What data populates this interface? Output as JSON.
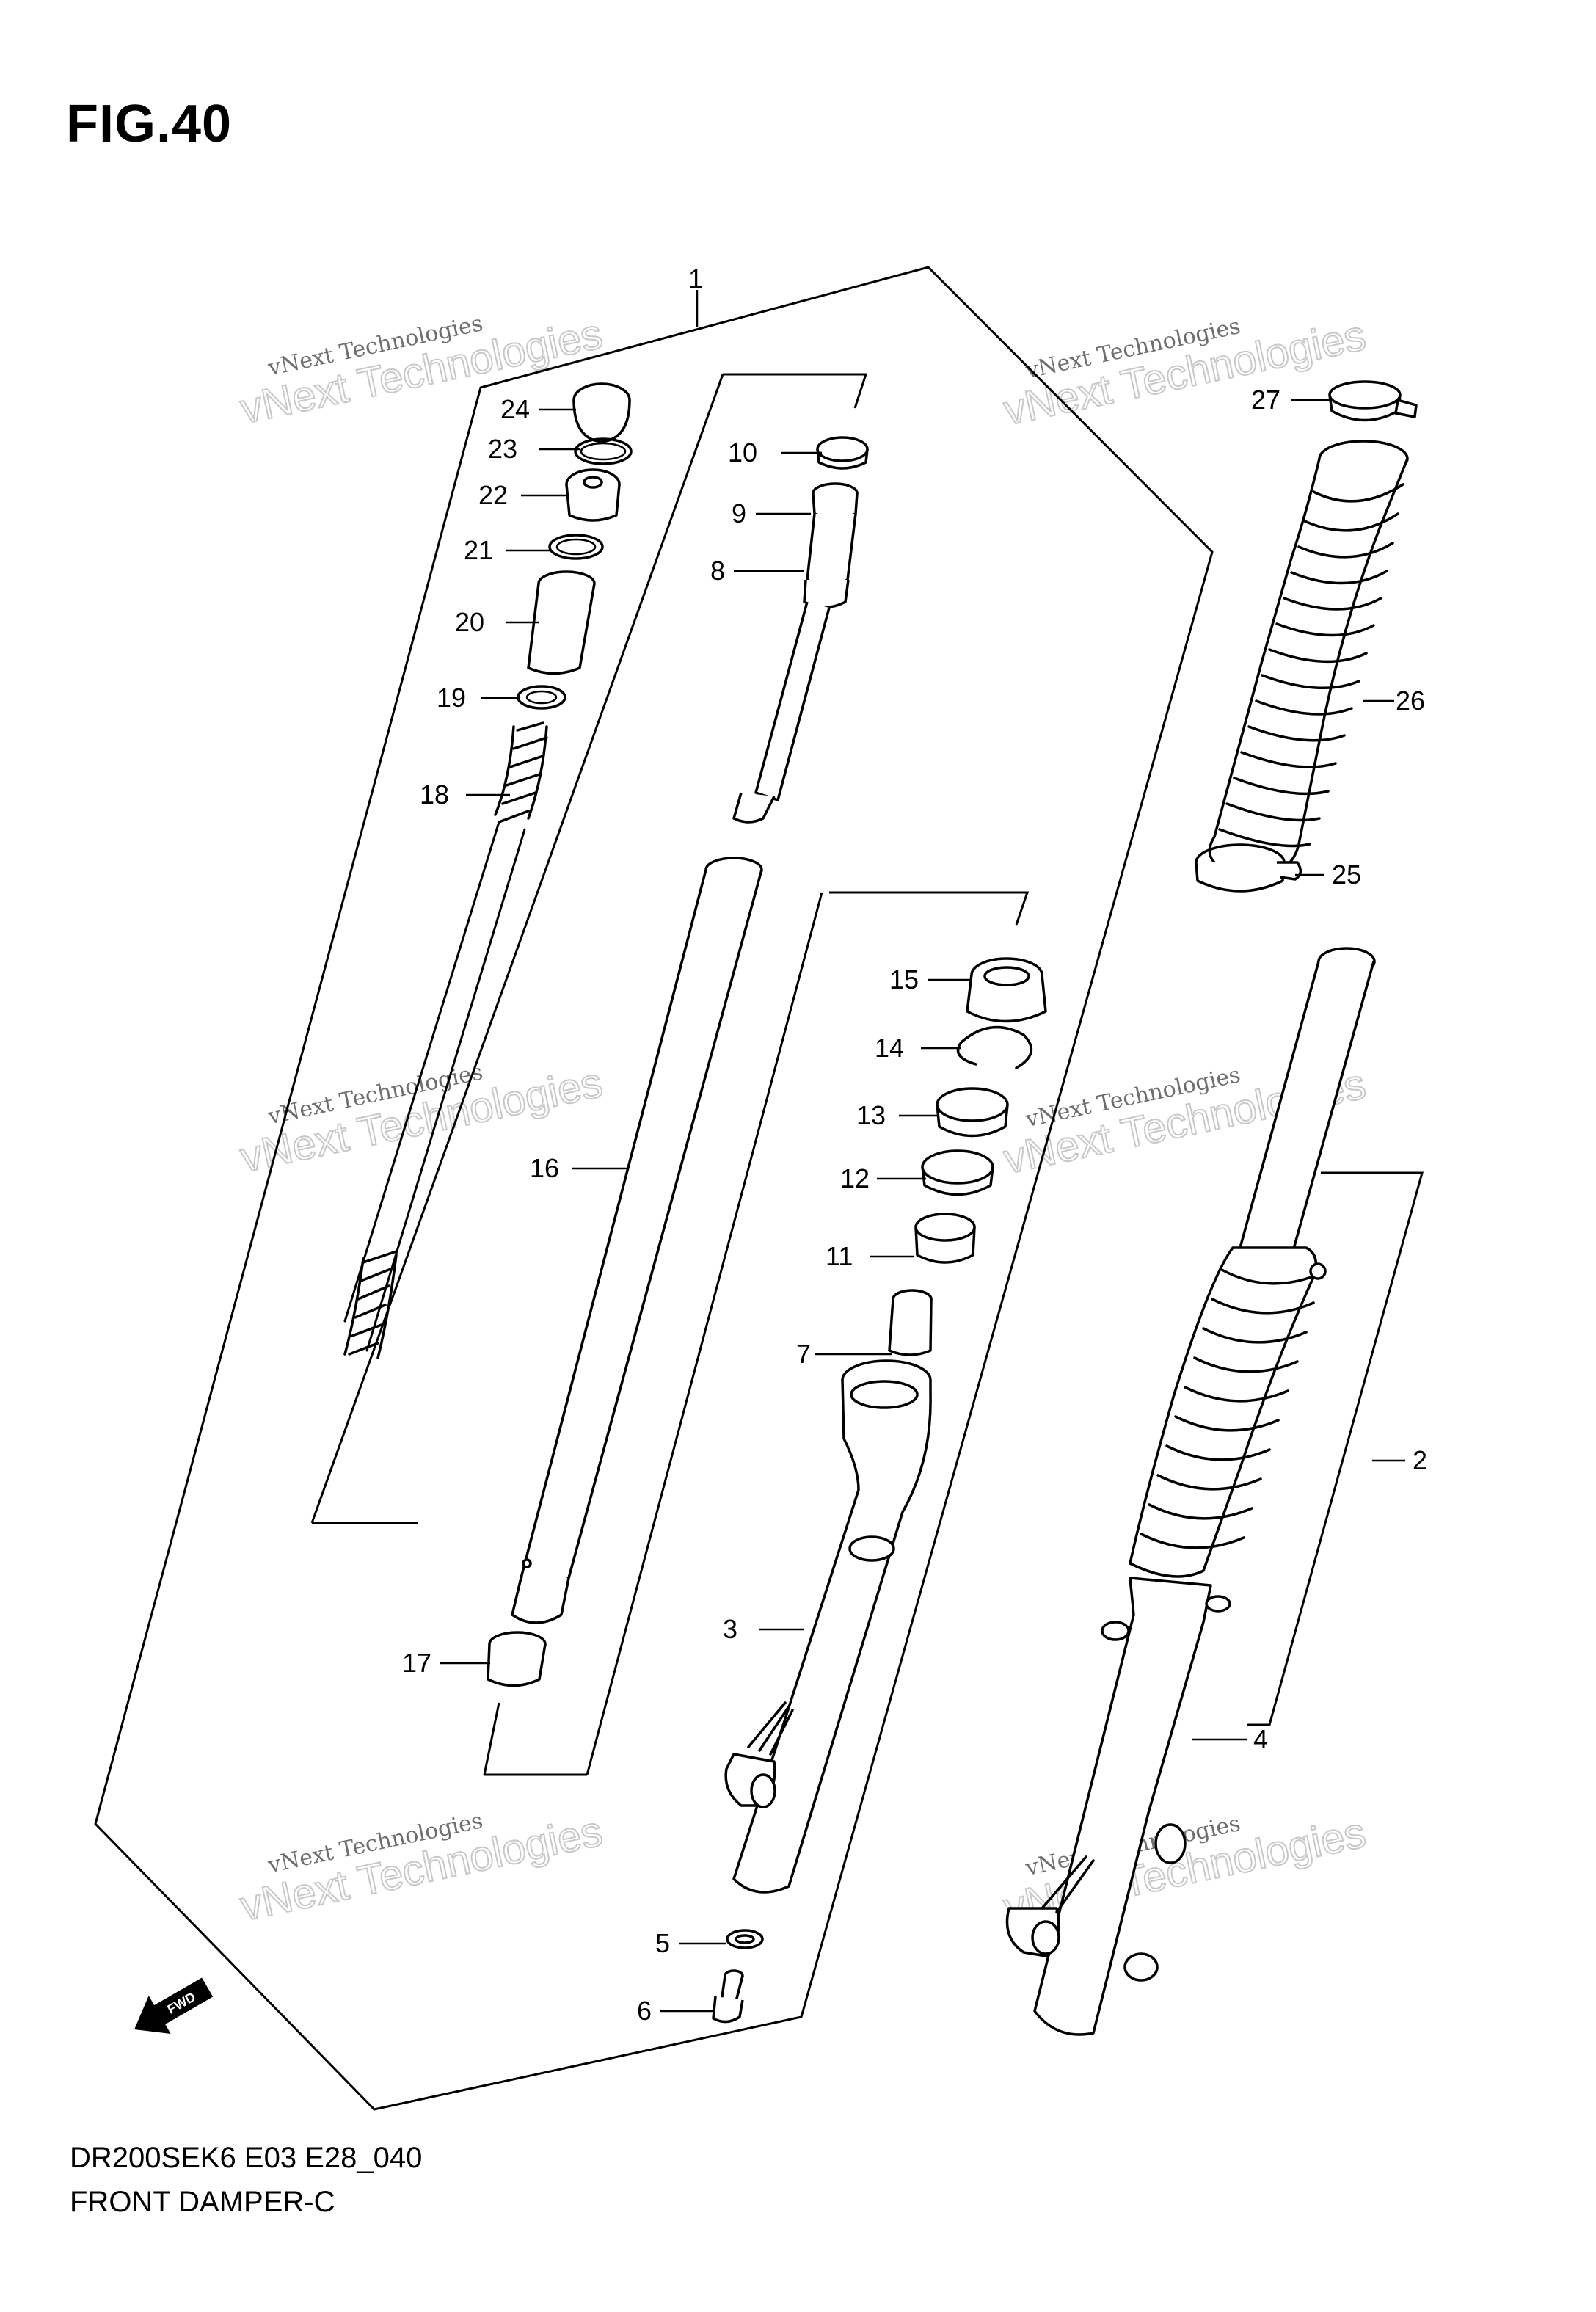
{
  "figure": {
    "title": "FIG.40",
    "model_code": "DR200SEK6 E03 E28_040",
    "name": "FRONT DAMPER-C"
  },
  "watermark": {
    "small_text": "vNext Technologies",
    "large_text": "vNext Technologies"
  },
  "fwd_label": "FWD",
  "callouts": [
    "1",
    "2",
    "3",
    "4",
    "5",
    "6",
    "7",
    "8",
    "9",
    "10",
    "11",
    "12",
    "13",
    "14",
    "15",
    "16",
    "17",
    "18",
    "19",
    "20",
    "21",
    "22",
    "23",
    "24",
    "25",
    "26",
    "27"
  ]
}
